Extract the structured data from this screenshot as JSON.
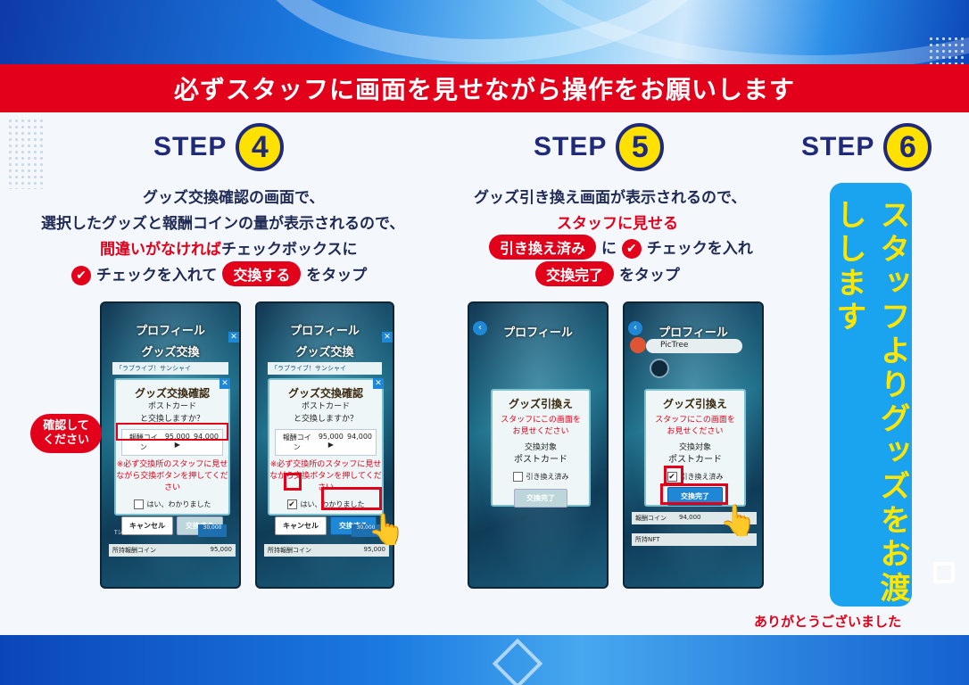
{
  "banner": "必ずスタッフに画面を見せながら操作をお願いします",
  "steps": [
    {
      "word": "STEP",
      "num": "4"
    },
    {
      "word": "STEP",
      "num": "5"
    },
    {
      "word": "STEP",
      "num": "6"
    }
  ],
  "step4": {
    "line1": "グッズ交換確認の画面で、",
    "line2": "選択したグッズと報酬コインの量が表示されるので、",
    "line3_red": "間違いがなければ",
    "line3": "チェックボックスに",
    "line4a": "チェックを入れて",
    "line4_pill": "交換する",
    "line4b": "をタップ",
    "bubble": "確認して\nください"
  },
  "step5": {
    "line1": "グッズ引き換え画面が表示されるので、",
    "line2_red": "スタッフに見せる",
    "pill1": "引き換え済み",
    "mid": "に",
    "line3b": "チェックを入れ",
    "pill2": "交換完了",
    "line4b": "をタップ"
  },
  "step6": {
    "panel": "スタッフよりグッズをお渡しします",
    "thanks": "ありがとうございました"
  },
  "phoneA": {
    "header": "プロフィール",
    "sub_title": "グッズ交換",
    "item": "「ラブライブ！サンシャイ",
    "dialog_title": "グッズ交換確認",
    "q1": "ポストカード",
    "q2": "と交換しますか？",
    "pay_label": "報酬コイン",
    "pay_from": "95,000 ▶",
    "pay_to": "94,000",
    "warn1": "※必ず交換所のスタッフに見せ",
    "warn2": "ながら交換ボタンを押してくだ",
    "warn3": "さい",
    "agree": "はい、わかりました",
    "cancel": "キャンセル",
    "exchange": "交換する",
    "footer_label": "所持報酬コイン",
    "footer_value": "95,000",
    "tshirt": "Tシャツ（L）",
    "coin_small": "30,000"
  },
  "phoneC": {
    "header": "プロフィール",
    "dialog_title": "グッズ引換え",
    "red1": "スタッフにこの画面を",
    "red2": "お見せください",
    "target": "交換対象",
    "item": "ポストカード",
    "check": "引き換え済み",
    "done": "交換完了"
  },
  "phoneD": {
    "user": "PicTree",
    "coins_label": "報酬コイン",
    "coins_value": "94,000",
    "nft": "所持NFT"
  }
}
